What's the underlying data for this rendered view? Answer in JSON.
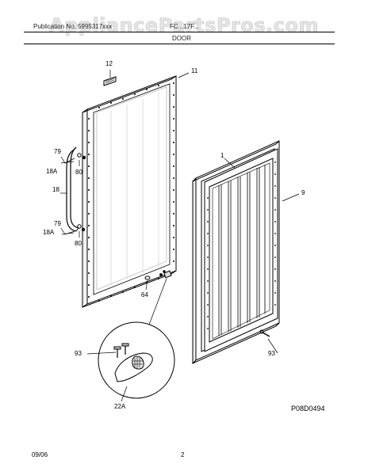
{
  "watermark": "AppliancePartsPros.com",
  "header": {
    "left": "Publication No. 5995317xxx",
    "right": "FC...17F...",
    "section": "DOOR"
  },
  "callouts": {
    "c12": "12",
    "c11": "11",
    "c1": "1",
    "c9": "9",
    "c79a": "79",
    "c18a_top": "18A",
    "c80a": "80",
    "c18": "18",
    "c79b": "79",
    "c18a_bottom": "18A",
    "c80b": "80",
    "c64": "64",
    "c93_left": "93",
    "c93_right": "93",
    "c22a": "22A"
  },
  "diagram_id": "P08D0494",
  "footer": {
    "date": "09/06",
    "page": "2"
  }
}
